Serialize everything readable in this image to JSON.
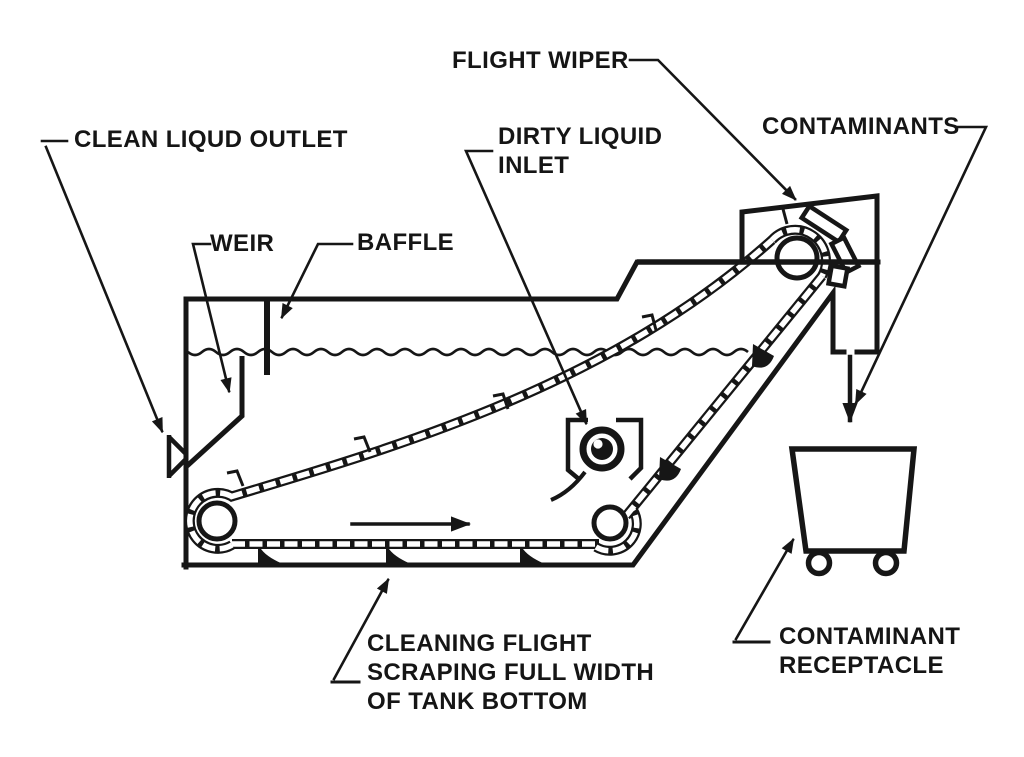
{
  "diagram": {
    "type": "technical-line-drawing",
    "subject": "liquid tank cleaning drag-flight conveyor",
    "colors": {
      "line": "#161616",
      "background": "#ffffff",
      "flight_fill": "#111111"
    },
    "labels": {
      "clean_liquid_outlet": "CLEAN LIQUD OUTLET",
      "weir": "WEIR",
      "baffle": "BAFFLE",
      "dirty_liquid_inlet": "DIRTY LIQUID\nINLET",
      "flight_wiper": "FLIGHT WIPER",
      "contaminants": "CONTAMINANTS",
      "cleaning_flight": "CLEANING FLIGHT\nSCRAPING FULL WIDTH\nOF TANK BOTTOM",
      "contaminant_receptacle": "CONTAMINANT\nRECEPTACLE"
    }
  }
}
